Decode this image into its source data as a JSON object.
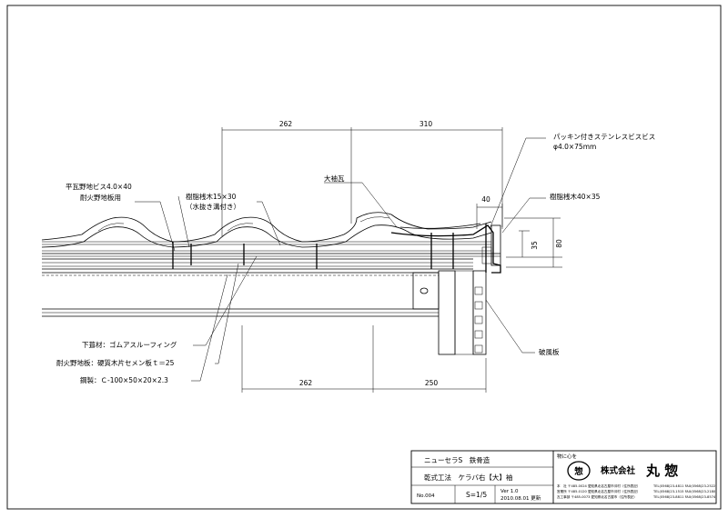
{
  "dimensions": {
    "top_left": "262",
    "top_right": "310",
    "bottom_left": "262",
    "bottom_right": "250",
    "piece_width": "40",
    "height_35": "35",
    "height_80": "80"
  },
  "callouts": {
    "packing_screw_1": "パッキン付きステンレスビスビス",
    "packing_screw_2": "φ4.0×75mm",
    "large_sleeve_tile": "大袖瓦",
    "batten_right": "樹脂桟木40×35",
    "screw_1": "平瓦野地ビス4.0×40",
    "screw_2": "耐火野地板用",
    "batten_left_1": "樹脂桟木15×30",
    "batten_left_2": "（水抜き溝付き）",
    "underlay": "下葺材：ゴムアスルーフィング",
    "fire_board": "耐火野地板：硬質木片セメン板ｔ＝25",
    "steel": "鋼製：Ｃ-100×50×20×2.3",
    "barge_board": "破風板"
  },
  "title_block": {
    "product": "ニューセラS　鉄骨造",
    "method": "乾式工法　ケラバ右【大】袖",
    "number": "No.004",
    "scale": "S=1/5",
    "version": "Ver 1.0",
    "date": "2010.08.01 更新",
    "slogan": "物に心を",
    "logo_char": "惣",
    "company": "株式会社",
    "company_name": "丸 惣",
    "address_lines": [
      "本　社 〒485-0024 愛知県北名古屋市沖村（住所表記）",
      "営業所 〒485-0120 愛知県北名古屋市沖村（住所表記）",
      "瓦工事部 〒485-0073 愛知県北名古屋市（住所表記）"
    ],
    "tel_lines": [
      "TEL(0568)23-4811 FAX(0568)23-2522",
      "TEL(0568)23-1515 FAX(0568)23-2180",
      "TEL(0568)23-8811 FAX(0568)23-8574"
    ]
  }
}
